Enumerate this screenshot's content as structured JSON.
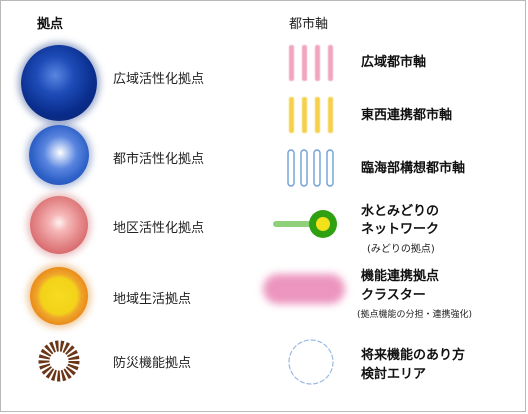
{
  "hubs": {
    "title": "拠点",
    "items": [
      {
        "label": "広域活性化拠点",
        "icon": "dark-blue-sphere-icon"
      },
      {
        "label": "都市活性化拠点",
        "icon": "blue-sphere-icon"
      },
      {
        "label": "地区活性化拠点",
        "icon": "pink-sphere-icon"
      },
      {
        "label": "地域生活拠点",
        "icon": "orange-yellow-disc-icon"
      },
      {
        "label": "防災機能拠点",
        "icon": "brown-gear-ring-icon"
      }
    ]
  },
  "axes": {
    "title": "都市軸",
    "items": [
      {
        "label": "広域都市軸",
        "icon": "pink-stripes-icon"
      },
      {
        "label": "東西連携都市軸",
        "icon": "yellow-stripes-icon"
      },
      {
        "label": "臨海部構想都市軸",
        "icon": "blue-outline-stripes-icon"
      },
      {
        "label_line1": "水とみどりの",
        "label_line2": "ネットワーク",
        "note": "(みどりの拠点)",
        "icon": "green-network-node-icon"
      },
      {
        "label_line1": "機能連携拠点",
        "label_line2": "クラスター",
        "note": "(拠点機能の分担・連携強化)",
        "icon": "pink-cluster-blob-icon"
      },
      {
        "label_line1": "将来機能のあり方",
        "label_line2": "検討エリア",
        "icon": "dotted-blue-ring-icon"
      }
    ]
  },
  "colors": {
    "dark_blue": "#0a2d8c",
    "blue": "#2f62c8",
    "pink": "#e07a7e",
    "orange": "#e8891a",
    "yellow": "#f3d21a",
    "brown": "#6b3517",
    "stripe_pink": "#f2a6be",
    "stripe_yellow": "#f5d04a",
    "stripe_blue": "#6f9fd8",
    "green": "#2ea012"
  }
}
